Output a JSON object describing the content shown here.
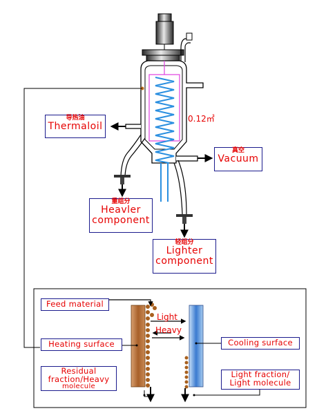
{
  "apparatus": {
    "area_label": "0.12㎡",
    "thermal_oil": {
      "cn": "导热油",
      "en": "Thermaloil"
    },
    "vacuum": {
      "cn": "真空",
      "en": "Vacuum"
    },
    "heavier": {
      "cn": "重组分",
      "en1": "Heavler",
      "en2": "component"
    },
    "lighter": {
      "cn": "轻组分",
      "en1": "Lighter",
      "en2": "component"
    }
  },
  "schematic": {
    "feed": "Feed material",
    "heating": "Heating surface",
    "cooling": "Cooling surface",
    "residual1": "Residual",
    "residual2": "fraction/Heavy",
    "residual3": "molecule",
    "light1": "Light fraction/",
    "light2": "Light molecule",
    "arrow_light": "Light",
    "arrow_heavy": "Heavy"
  },
  "colors": {
    "label_text": "#e60000",
    "label_border": "#1a1a8c",
    "coil": "#2a8fe0",
    "magenta": "#e040e0",
    "heating_surface": "#b8753a",
    "cooling_surface": "#7fb2e8"
  }
}
